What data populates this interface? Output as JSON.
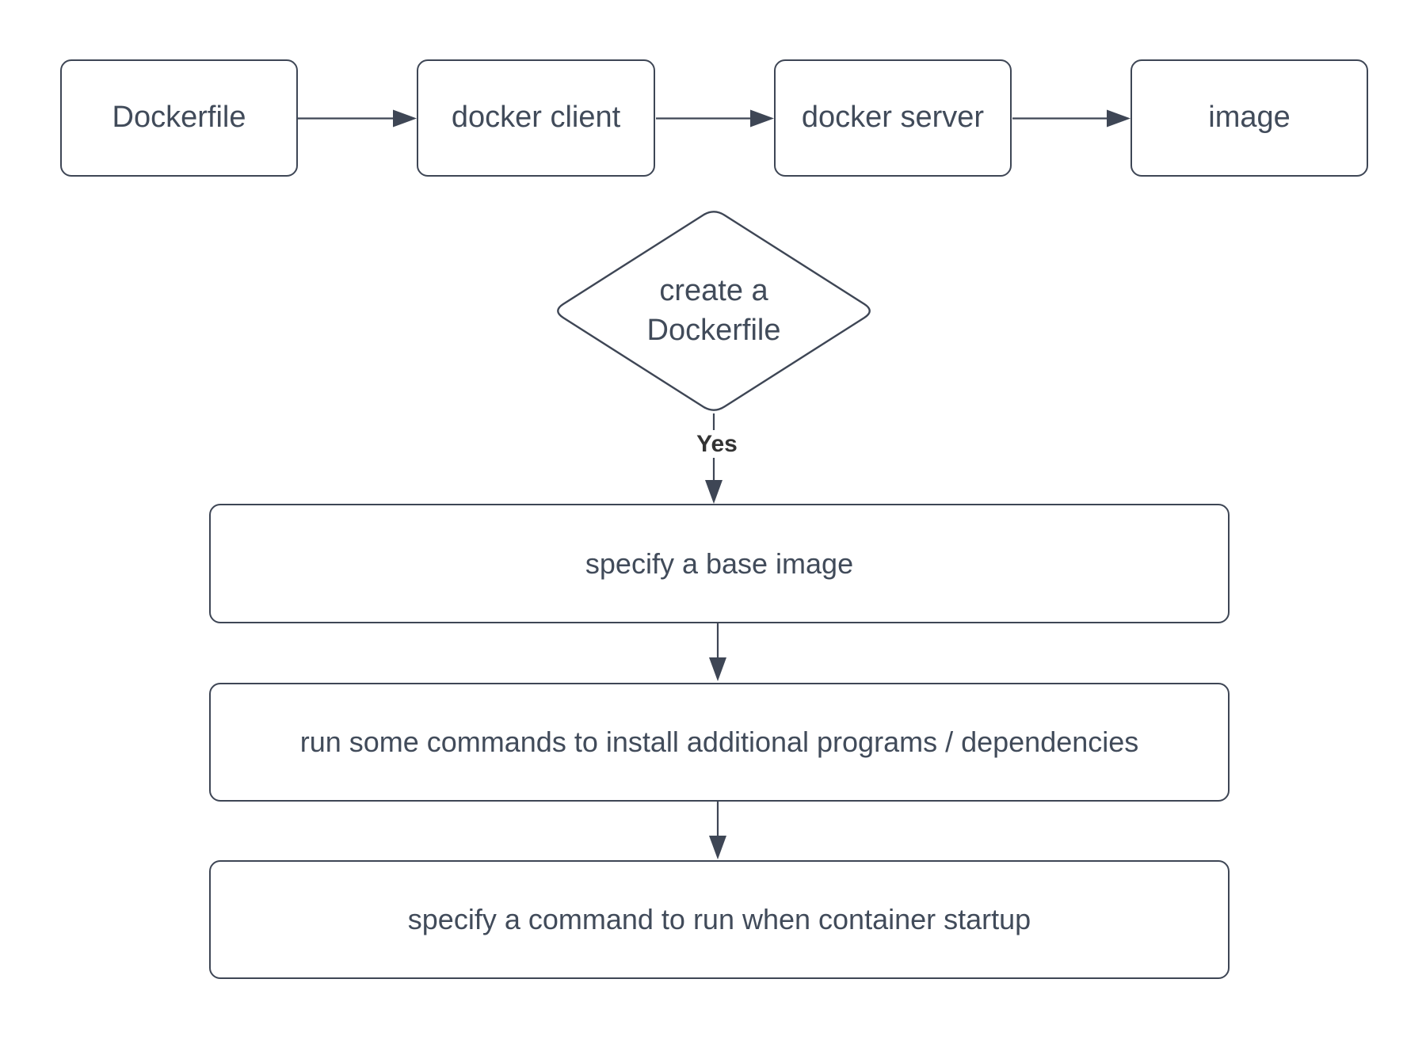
{
  "colors": {
    "stroke": "#3e4655",
    "text": "#414b5a",
    "label": "#333333",
    "canvas": "#ffffff"
  },
  "flow": {
    "pipeline": [
      {
        "label": "Dockerfile"
      },
      {
        "label": "docker client"
      },
      {
        "label": "docker server"
      },
      {
        "label": "image"
      }
    ],
    "decision": {
      "line1": "create a",
      "line2": "Dockerfile"
    },
    "yes_label": "Yes",
    "steps": [
      {
        "label": "specify a base image"
      },
      {
        "label": "run some commands to install additional programs / dependencies"
      },
      {
        "label": "specify a command to run when container startup"
      }
    ]
  }
}
